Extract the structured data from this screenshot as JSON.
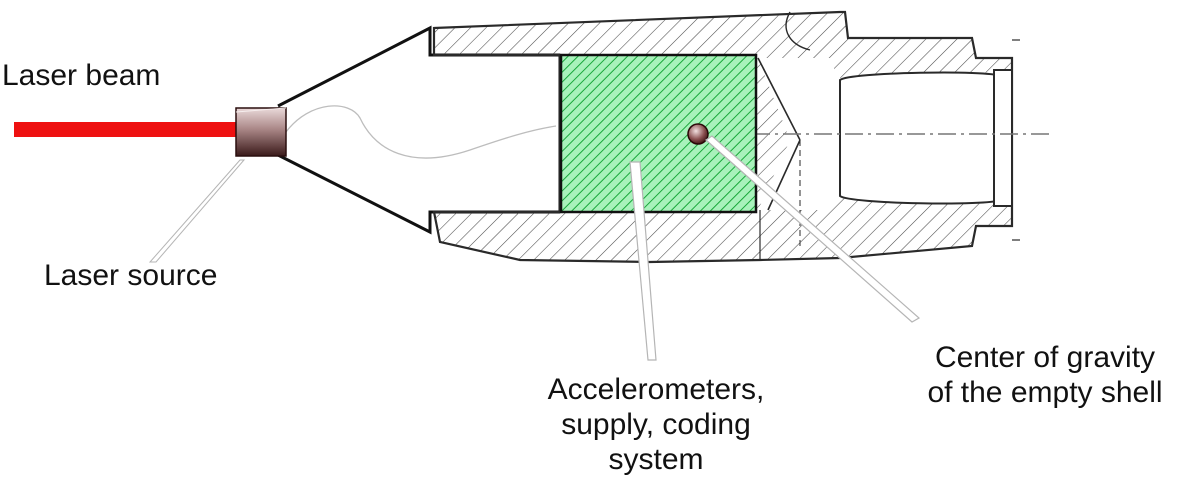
{
  "labels": {
    "laser_beam": "Laser beam",
    "laser_source": "Laser source",
    "accelerometers": [
      "Accelerometers,",
      "supply, coding",
      "system"
    ],
    "center_of_gravity": [
      "Center of gravity",
      "of the empty shell"
    ]
  },
  "colors": {
    "laser_beam": "#ee1111",
    "module_fill": "#9ff0b4",
    "module_hatch": "#1aa83a",
    "shell_hatch": "#444444",
    "outline": "#111111",
    "leader_line": "#b8b8b8",
    "text": "#111111"
  },
  "icons": {
    "laser_source": "cube-block",
    "center_of_gravity": "dot-marker"
  }
}
